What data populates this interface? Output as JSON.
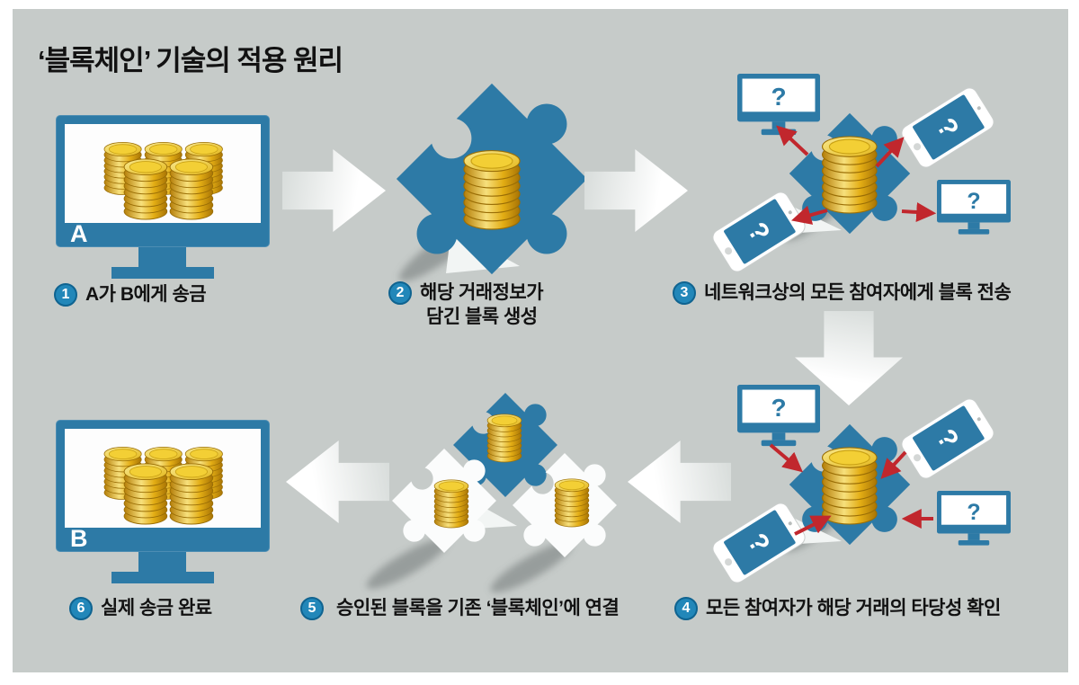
{
  "title": "‘블록체인’ 기술의 적용 원리",
  "colors": {
    "bg_panel": "#c6cbc9",
    "blue": "#2d7aa6",
    "badge_blue": "#2287b9",
    "badge_border": "#0f6390",
    "red": "#c1272d",
    "gold": "#e0a91a",
    "text": "#121212"
  },
  "steps": [
    {
      "num": "1",
      "label": "A가 B에게 송금"
    },
    {
      "num": "2",
      "label": "해당 거래정보가",
      "label2": "담긴 블록 생성"
    },
    {
      "num": "3",
      "label": "네트워크상의 모든 참여자에게 블록 전송"
    },
    {
      "num": "4",
      "label": "모든 참여자가 해당 거래의 타당성 확인"
    },
    {
      "num": "5",
      "label": "승인된 블록을 기존 ‘블록체인’에 연결"
    },
    {
      "num": "6",
      "label": "실제 송금 완료"
    }
  ],
  "devices": {
    "monitor_a_label": "A",
    "monitor_b_label": "B",
    "question_mark": "?"
  }
}
